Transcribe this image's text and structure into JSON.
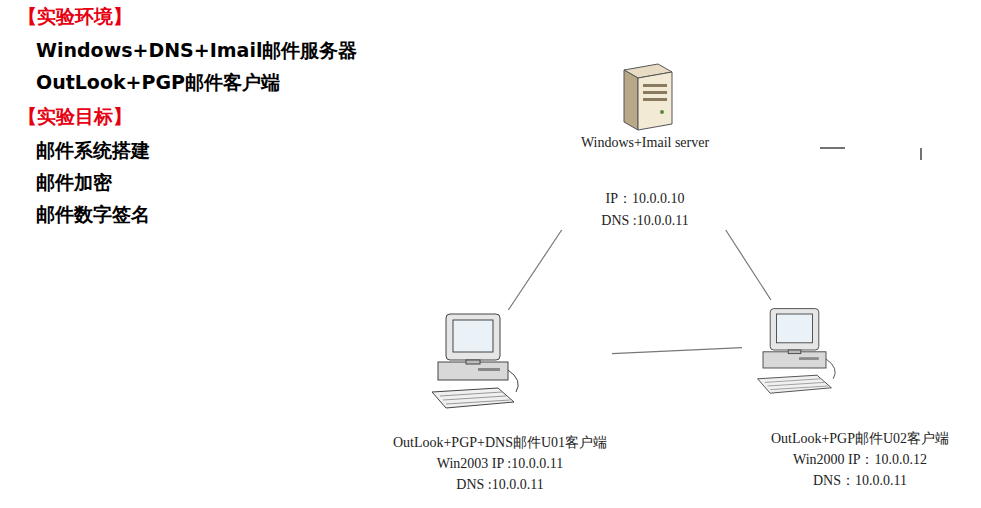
{
  "diagram": {
    "nodes": [
      {
        "text": [
          "Windows+Imail server",
          "IP：10.0.0.10",
          "DNS :10.0.0.11"
        ]
      },
      {
        "text": [
          "OutLook+PGP+DNS邮件U01客户端",
          "Win2003 IP :10.0.0.11",
          "DNS :10.0.0.11"
        ]
      },
      {
        "text": [
          "OutLook+PGP邮件U02客户端",
          "Win2000 IP：10.0.0.12",
          "DNS：10.0.0.11"
        ]
      }
    ],
    "edges": [
      {
        "from": 0,
        "to": 1,
        "arrow": "none"
      },
      {
        "from": 0,
        "to": 2,
        "arrow": "none"
      },
      {
        "from": 1,
        "to": 2,
        "arrow": "none"
      }
    ],
    "labels": [
      "【实验环境】",
      "Windows+DNS+Imail邮件服务器",
      "OutLook+PGP邮件客户端",
      "【实验目标】",
      "邮件系统搭建",
      "邮件加密",
      "邮件数字签名"
    ]
  }
}
